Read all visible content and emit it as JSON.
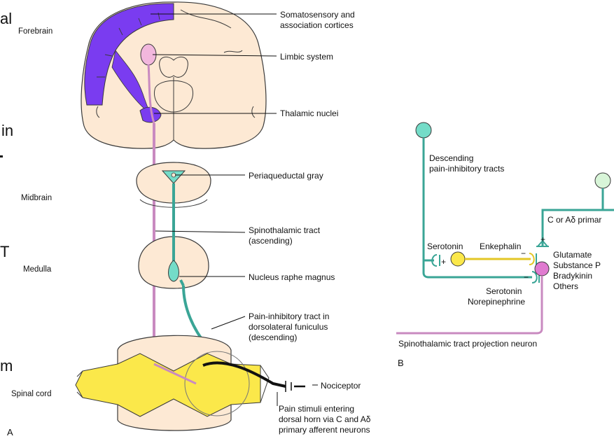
{
  "left_cutoff_text": [
    "al",
    "in",
    "T",
    "m"
  ],
  "panel_a": {
    "letter": "A",
    "regions": {
      "forebrain": "Forebrain",
      "midbrain": "Midbrain",
      "medulla": "Medulla",
      "spinal_cord": "Spinal cord"
    },
    "labels": {
      "somatosensory": [
        "Somatosensory and",
        "association cortices"
      ],
      "limbic": "Limbic system",
      "thalamic": "Thalamic nuclei",
      "periaqueductal": "Periaqueductal gray",
      "spinothalamic": [
        "Spinothalamic tract",
        "(ascending)"
      ],
      "raphe": "Nucleus raphe magnus",
      "pain_inhibitory": [
        "Pain-inhibitory tract in",
        "dorsolateral funiculus",
        "(descending)"
      ],
      "nociceptor": "Nociceptor",
      "pain_stimuli": [
        "Pain stimuli entering",
        "dorsal horn via C and Aδ",
        "primary afferent neurons"
      ]
    }
  },
  "panel_b": {
    "letter": "B",
    "labels": {
      "descending": [
        "Descending",
        "pain-inhibitory tracts"
      ],
      "c_or_a": "C or Aδ primar",
      "serotonin_top": "Serotonin",
      "enkephalin": "Enkephalin",
      "transmitters": [
        "Glutamate",
        "Substance P",
        "Bradykinin",
        "Others"
      ],
      "serotonin_bottom": [
        "Serotonin",
        "Norepinephrine"
      ],
      "projection": "Spinothalamic tract projection neuron",
      "plus1": "+",
      "plus2": "+",
      "minus1": "−",
      "minus2": "−"
    }
  },
  "colors": {
    "tissue": "#fde9d4",
    "outline": "#3a3a3a",
    "cortex": "#7a3cf0",
    "limbic": "#f2b7dd",
    "teal": "#74dcc8",
    "teal_line": "#3aa596",
    "pink_line": "#c98ac0",
    "pink_cell": "#e07ad0",
    "yellow": "#fbe84a",
    "mint": "#d8f5d8"
  }
}
